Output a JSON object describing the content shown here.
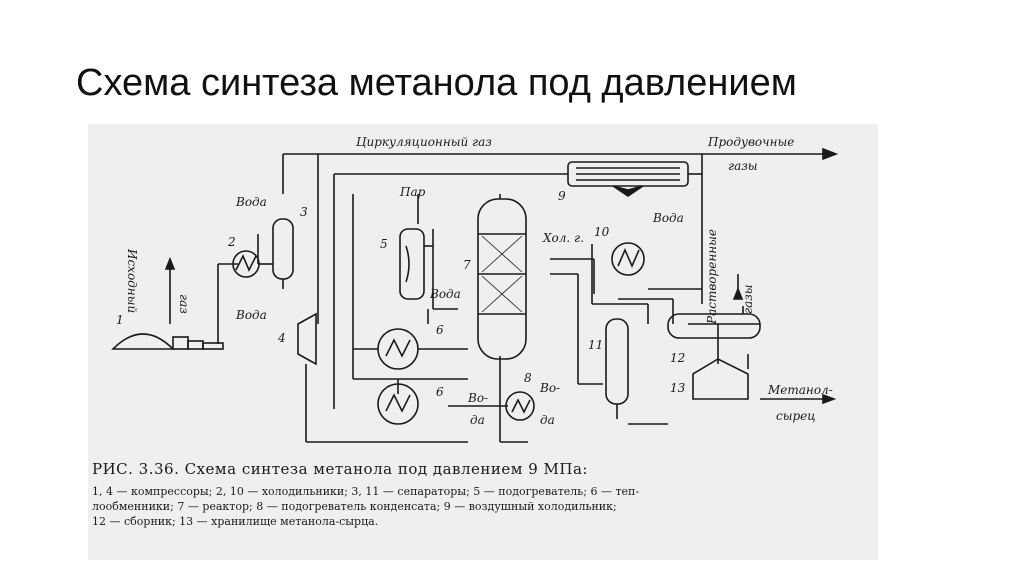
{
  "slide": {
    "title": "Схема синтеза метанола под давлением"
  },
  "diagram": {
    "labels": {
      "circulating_gas": "Циркуляционный газ",
      "purge_gases_1": "Продувочные",
      "purge_gases_2": "газы",
      "feed_gas_1": "Исходный",
      "feed_gas_2": "газ",
      "water_top": "Вода",
      "water_bottom": "Вода",
      "steam": "Пар",
      "water_heater": "Вода",
      "cold_gas": "Хол. г.",
      "water_cooler": "Вода",
      "water_8a_1": "Во-",
      "water_8a_2": "да",
      "water_8b_1": "Во-",
      "water_8b_2": "да",
      "dissolved_gases_1": "Растворенные",
      "dissolved_gases_2": "газы",
      "crude_methanol_1": "Метанол-",
      "crude_methanol_2": "сырец"
    },
    "numbers": {
      "n1": "1",
      "n2": "2",
      "n3": "3",
      "n4": "4",
      "n5": "5",
      "n6a": "6",
      "n6b": "6",
      "n7": "7",
      "n8": "8",
      "n9": "9",
      "n10": "10",
      "n11": "11",
      "n12": "12",
      "n13": "13"
    },
    "caption": {
      "title": "РИС. 3.36. Схема синтеза метанола под давлением 9 МПа:",
      "legend_line1": "1, 4 — компрессоры; 2, 10 — холодильники; 3, 11 — сепараторы; 5 — подогреватель; 6 — теп-",
      "legend_line2": "лообменники; 7 — реактор; 8 — подогреватель конденсата; 9 — воздушный холодильник;",
      "legend_line3": "12 — сборник; 13 — хранилище метанола-сырца."
    }
  }
}
